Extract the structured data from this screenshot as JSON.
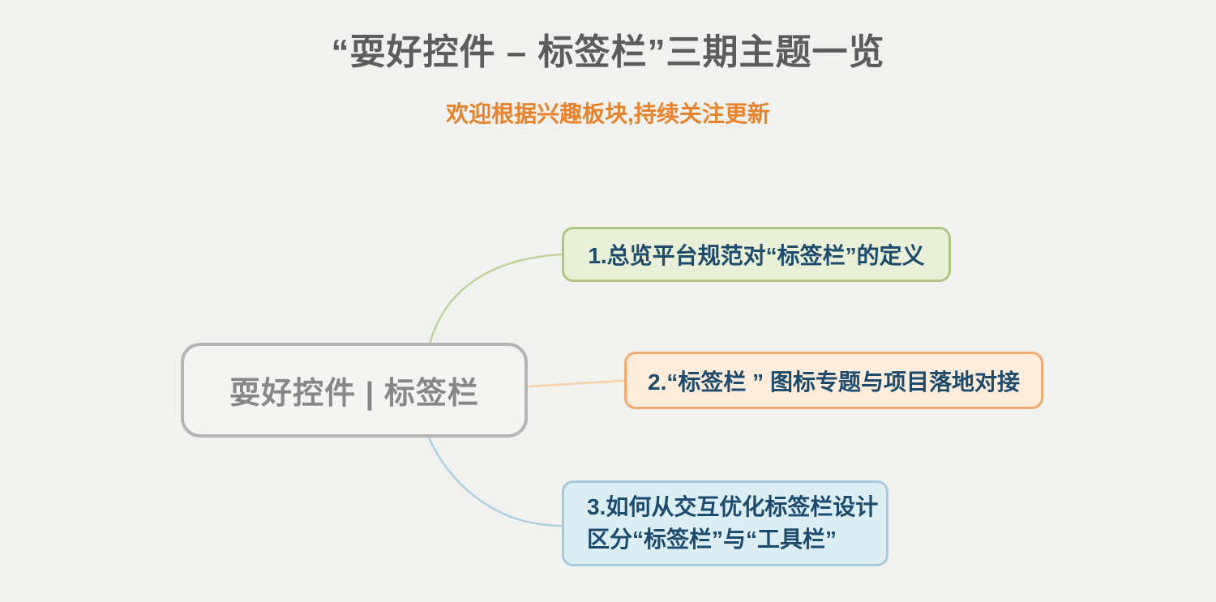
{
  "page": {
    "background_color": "#f1f1ef"
  },
  "header": {
    "title": "“耍好控件 – 标签栏”三期主题一览",
    "title_color": "#5c5c5c",
    "subtitle": "欢迎根据兴趣板块,持续关注更新",
    "subtitle_color": "#e8832c"
  },
  "mindmap": {
    "root": {
      "label": "耍好控件 | 标签栏",
      "fill": "#f4f4f2",
      "border_color": "#b5b5b5",
      "text_color": "#878787"
    },
    "branches": [
      {
        "label": "1.总览平台规范对“标签栏”的定义",
        "fill": "#eaf0d8",
        "border_color": "#afc584",
        "connector_color": "#bed49b",
        "text_color": "#1d4b6e"
      },
      {
        "label": "2.“标签栏 ” 图标专题与项目落地对接",
        "fill": "#fdecd9",
        "border_color": "#f3aa70",
        "connector_color": "#f8cfa4",
        "text_color": "#1d4b6e"
      },
      {
        "label": "3.如何从交互优化标签栏设计\n区分“标签栏”与“工具栏”",
        "fill": "#dcedf4",
        "border_color": "#a5cbdc",
        "connector_color": "#abd0e0",
        "text_color": "#1d4b6e"
      }
    ]
  }
}
